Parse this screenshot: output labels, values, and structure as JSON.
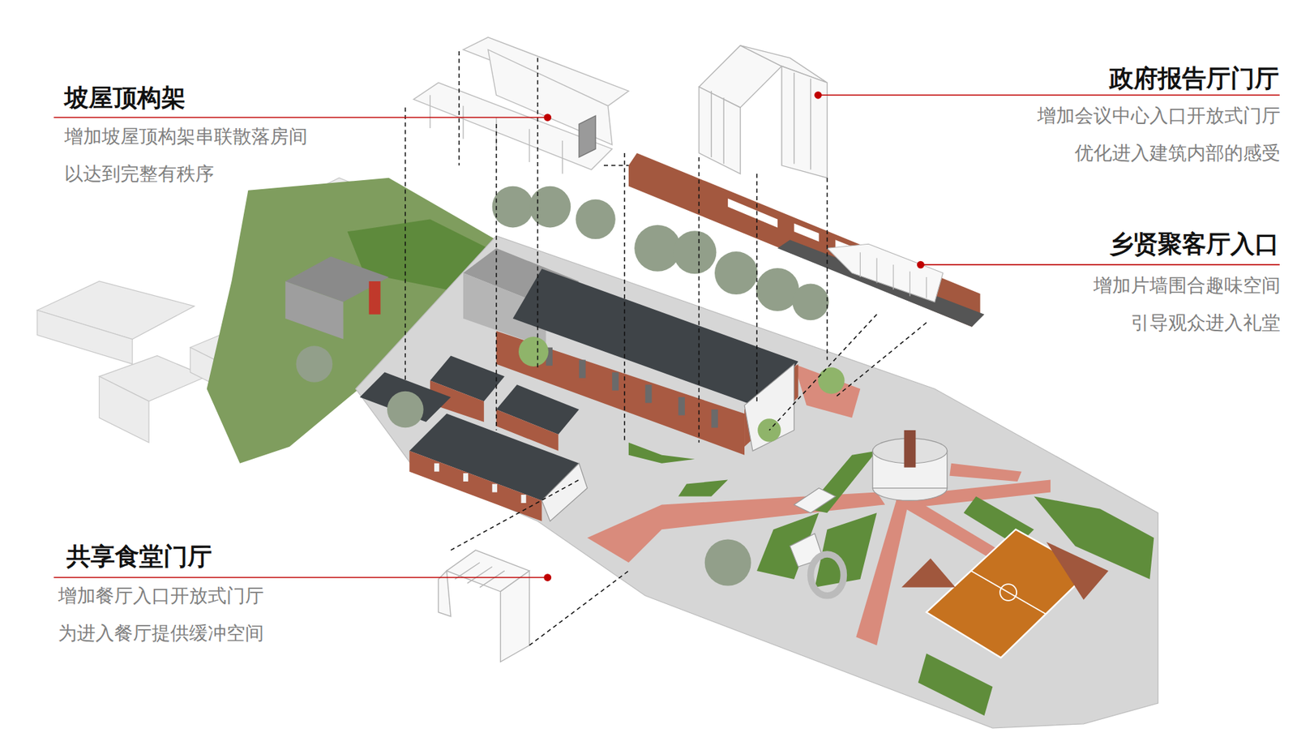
{
  "diagram": {
    "labels": [
      "坡屋顶构架",
      "增加坡屋顶构架串联散落房间 以达到完整有秩序",
      "政府报告厅门厅",
      "增加会议中心入口开放式门厅 优化进入建筑内部的感受",
      "乡贤聚客厅入口",
      "增加片墙围合趣味空间 引导观众进入礼堂",
      "共享食堂门厅",
      "增加餐厅入口开放式门厅 为进入餐厅提供缓冲空间"
    ]
  }
}
